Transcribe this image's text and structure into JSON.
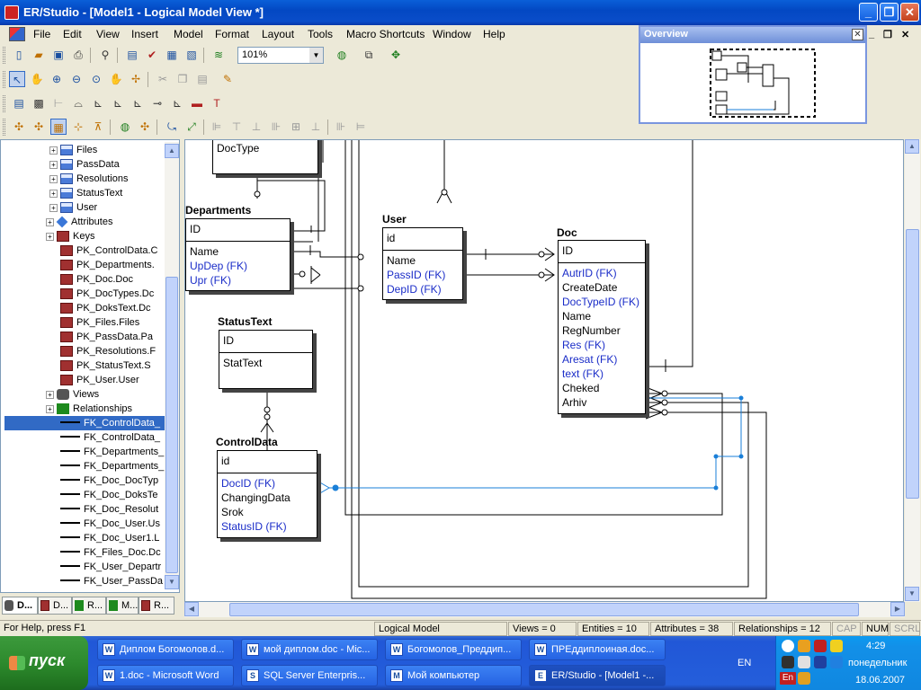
{
  "window": {
    "title": "ER/Studio - [Model1 - Logical Model View *]"
  },
  "menu": [
    "File",
    "Edit",
    "View",
    "Insert",
    "Model",
    "Format",
    "Layout",
    "Tools",
    "Macro Shortcuts",
    "Window",
    "Help"
  ],
  "toolbar": {
    "zoom": "101%"
  },
  "overview": {
    "title": "Overview"
  },
  "tree": {
    "items": [
      {
        "label": "Files",
        "icon": "table",
        "indent": 62
      },
      {
        "label": "PassData",
        "icon": "table",
        "indent": 62
      },
      {
        "label": "Resolutions",
        "icon": "table",
        "indent": 62
      },
      {
        "label": "StatusText",
        "icon": "table",
        "indent": 62
      },
      {
        "label": "User",
        "icon": "table",
        "indent": 62
      },
      {
        "label": "Attributes",
        "icon": "attr",
        "indent": 46
      },
      {
        "label": "Keys",
        "icon": "key",
        "indent": 46
      },
      {
        "label": "PK_ControlData.C",
        "icon": "key",
        "indent": 62
      },
      {
        "label": "PK_Departments.",
        "icon": "key",
        "indent": 62
      },
      {
        "label": "PK_Doc.Doc",
        "icon": "key",
        "indent": 62
      },
      {
        "label": "PK_DocTypes.Dc",
        "icon": "key",
        "indent": 62
      },
      {
        "label": "PK_DoksText.Dc",
        "icon": "key",
        "indent": 62
      },
      {
        "label": "PK_Files.Files",
        "icon": "key",
        "indent": 62
      },
      {
        "label": "PK_PassData.Pa",
        "icon": "key",
        "indent": 62
      },
      {
        "label": "PK_Resolutions.F",
        "icon": "key",
        "indent": 62
      },
      {
        "label": "PK_StatusText.S",
        "icon": "key",
        "indent": 62
      },
      {
        "label": "PK_User.User",
        "icon": "key",
        "indent": 62
      },
      {
        "label": "Views",
        "icon": "db",
        "indent": 46
      },
      {
        "label": "Relationships",
        "icon": "grn",
        "indent": 46
      },
      {
        "label": "FK_ControlData_",
        "icon": "rel",
        "indent": 62,
        "selected": true
      },
      {
        "label": "FK_ControlData_",
        "icon": "rel",
        "indent": 62
      },
      {
        "label": "FK_Departments_",
        "icon": "rel",
        "indent": 62
      },
      {
        "label": "FK_Departments_",
        "icon": "rel",
        "indent": 62
      },
      {
        "label": "FK_Doc_DocTyp",
        "icon": "rel",
        "indent": 62
      },
      {
        "label": "FK_Doc_DoksTe",
        "icon": "rel",
        "indent": 62
      },
      {
        "label": "FK_Doc_Resolut",
        "icon": "rel",
        "indent": 62
      },
      {
        "label": "FK_Doc_User.Us",
        "icon": "rel",
        "indent": 62
      },
      {
        "label": "FK_Doc_User1.L",
        "icon": "rel",
        "indent": 62
      },
      {
        "label": "FK_Files_Doc.Dc",
        "icon": "rel",
        "indent": 62
      },
      {
        "label": "FK_User_Departr",
        "icon": "rel",
        "indent": 62
      },
      {
        "label": "FK_User_PassDa",
        "icon": "rel",
        "indent": 62
      }
    ]
  },
  "left_tabs": [
    "D...",
    "D...",
    "R...",
    "M...",
    "R..."
  ],
  "entities": {
    "doctype": {
      "pk": [
        "DocType"
      ]
    },
    "departments": {
      "name": "Departments",
      "pk": [
        "ID"
      ],
      "attrs": [
        {
          "t": "Name"
        },
        {
          "t": "UpDep (FK)",
          "fk": true
        },
        {
          "t": "Upr (FK)",
          "fk": true
        }
      ]
    },
    "user": {
      "name": "User",
      "pk": [
        "id"
      ],
      "attrs": [
        {
          "t": "Name"
        },
        {
          "t": "PassID (FK)",
          "fk": true
        },
        {
          "t": "DepID (FK)",
          "fk": true
        }
      ]
    },
    "doc": {
      "name": "Doc",
      "pk": [
        "ID"
      ],
      "attrs": [
        {
          "t": "AutrID (FK)",
          "fk": true
        },
        {
          "t": "CreateDate"
        },
        {
          "t": "DocTypeID (FK)",
          "fk": true
        },
        {
          "t": "Name"
        },
        {
          "t": "RegNumber"
        },
        {
          "t": "Res (FK)",
          "fk": true
        },
        {
          "t": "Aresat (FK)",
          "fk": true
        },
        {
          "t": "text (FK)",
          "fk": true
        },
        {
          "t": "Cheked"
        },
        {
          "t": "Arhiv"
        }
      ]
    },
    "statustext": {
      "name": "StatusText",
      "pk": [
        "ID"
      ],
      "attrs": [
        {
          "t": "StatText"
        }
      ]
    },
    "controldata": {
      "name": "ControlData",
      "pk": [
        "id"
      ],
      "attrs": [
        {
          "t": "DocID (FK)",
          "fk": true
        },
        {
          "t": "ChangingData"
        },
        {
          "t": "Srok"
        },
        {
          "t": "StatusID (FK)",
          "fk": true
        }
      ]
    }
  },
  "status": {
    "help": "For Help, press F1",
    "view": "Logical Model",
    "views": "Views = 0",
    "entities": "Entities = 10",
    "attributes": "Attributes = 38",
    "relationships": "Relationships = 12",
    "cap": "CAP",
    "num": "NUM",
    "scrl": "SCRL"
  },
  "taskbar": {
    "start": "пуск",
    "tasks": [
      {
        "label": "Диплом Богомолов.d...",
        "icon": "W"
      },
      {
        "label": "мой диплом.doc - Mic...",
        "icon": "W"
      },
      {
        "label": "Богомолов_Преддип...",
        "icon": "W"
      },
      {
        "label": "ПРЕддиплоиная.doc...",
        "icon": "W"
      },
      {
        "label": "1.doc - Microsoft Word",
        "icon": "W"
      },
      {
        "label": "SQL Server Enterpris...",
        "icon": "S"
      },
      {
        "label": "Мой компьютер",
        "icon": "M"
      },
      {
        "label": "ER/Studio - [Model1 -...",
        "icon": "E",
        "active": true
      }
    ],
    "lang": "EN",
    "clock": "4:29",
    "day": "понедельник",
    "date": "18.06.2007",
    "tray_lang": "En"
  }
}
